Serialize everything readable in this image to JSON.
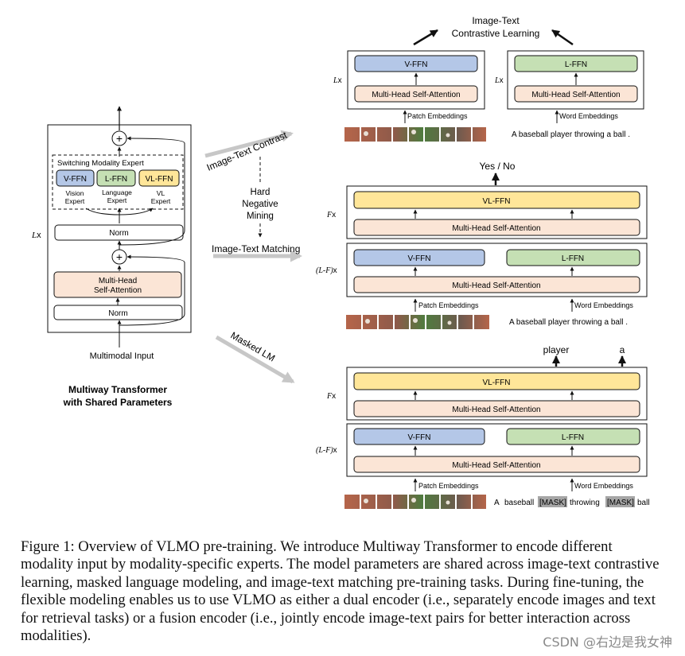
{
  "colors": {
    "v_ffn": "#b4c7e7",
    "l_ffn": "#c5e0b4",
    "vl_ffn": "#ffe699",
    "attention": "#fbe5d6",
    "gray_arrow": "#c7c7c7",
    "mask_bg": "#a6a6a6"
  },
  "left_block": {
    "switching_title": "Switching Modality Expert",
    "v_ffn": "V-FFN",
    "l_ffn": "L-FFN",
    "vl_ffn": "VL-FFN",
    "vision_expert_1": "Vision",
    "vision_expert_2": "Expert",
    "language_expert_1": "Language",
    "language_expert_2": "Expert",
    "vl_expert_1": "VL",
    "vl_expert_2": "Expert",
    "norm_top": "Norm",
    "mha_1": "Multi-Head",
    "mha_2": "Self-Attention",
    "norm_bottom": "Norm",
    "lx": "L",
    "lx_suffix": "x",
    "plus": "+",
    "input": "Multimodal Input",
    "title_1": "Multiway Transformer",
    "title_2": "with Shared Parameters"
  },
  "tasks": {
    "itc": "Image-Text Contrast",
    "hard_1": "Hard",
    "hard_2": "Negative",
    "hard_3": "Mining",
    "itm": "Image-Text Matching",
    "mlm": "Masked LM"
  },
  "top_panel": {
    "title_1": "Image-Text",
    "title_2": "Contrastive Learning",
    "v_ffn": "V-FFN",
    "l_ffn": "L-FFN",
    "mha_left": "Multi-Head Self-Attention",
    "mha_right": "Multi-Head Self-Attention",
    "lx_left": "L",
    "lx_right": "L",
    "x": "x",
    "patch": "Patch Embeddings",
    "word": "Word Embeddings",
    "sentence": "A  baseball  player  throwing  a  ball  ."
  },
  "middle_panel": {
    "output": "Yes / No",
    "vl_ffn": "VL-FFN",
    "mha_top": "Multi-Head Self-Attention",
    "v_ffn": "V-FFN",
    "l_ffn": "L-FFN",
    "mha_bottom": "Multi-Head Self-Attention",
    "fx": "F",
    "lfx": "(L-F)",
    "x": "x",
    "patch": "Patch Embeddings",
    "word": "Word Embeddings",
    "sentence": "A  baseball  player  throwing  a  ball  ."
  },
  "bottom_panel": {
    "out_player": "player",
    "out_a": "a",
    "vl_ffn": "VL-FFN",
    "mha_top": "Multi-Head Self-Attention",
    "v_ffn": "V-FFN",
    "l_ffn": "L-FFN",
    "mha_bottom": "Multi-Head Self-Attention",
    "fx": "F",
    "lfx": "(L-F)",
    "x": "x",
    "patch": "Patch Embeddings",
    "word": "Word Embeddings",
    "tok_a": "A",
    "tok_baseball": "baseball",
    "tok_mask1": "[MASK]",
    "tok_throwing": "throwing",
    "tok_mask2": "[MASK]",
    "tok_ball": "ball"
  },
  "caption": {
    "text": "Figure 1: Overview of VLMO pre-training. We introduce Multiway Transformer to encode different modality input by modality-specific experts. The model parameters are shared across image-text contrastive learning, masked language modeling, and image-text matching pre-training tasks. During fine-tuning, the flexible modeling enables us to use VLMO as either a dual encoder (i.e., separately encode images and text for retrieval tasks) or a fusion encoder (i.e., jointly encode image-text pairs for better interaction across modalities)."
  },
  "watermark": "CSDN @右边是我女神"
}
